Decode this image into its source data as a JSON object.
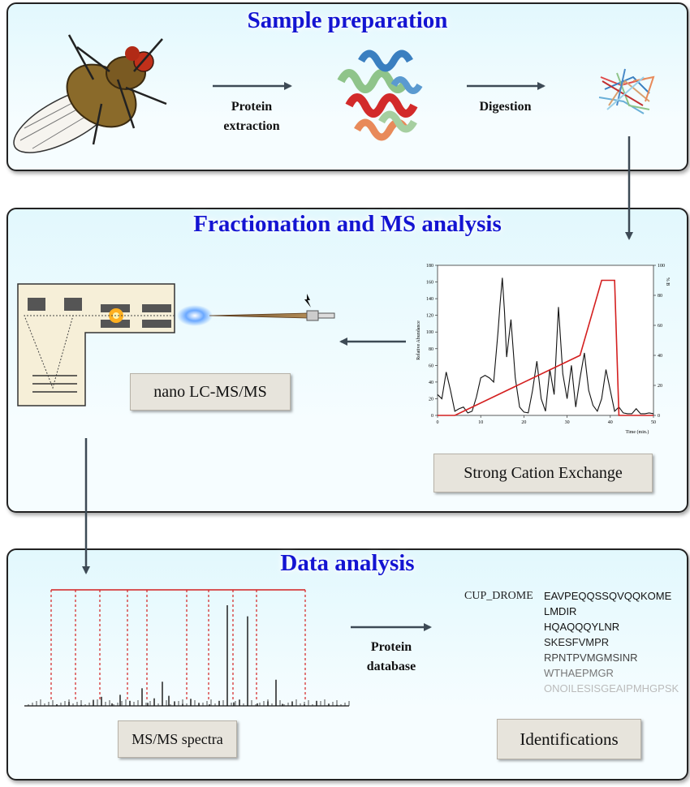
{
  "sections": {
    "sample_prep": {
      "title": "Sample preparation",
      "step1": [
        "Protein",
        "extraction"
      ],
      "step2": "Digestion"
    },
    "fractionation": {
      "title": "Fractionation and MS analysis",
      "lc_label": "nano LC-MS/MS",
      "scx_label": "Strong Cation Exchange"
    },
    "data_analysis": {
      "title": "Data analysis",
      "db_label": [
        "Protein",
        "database"
      ],
      "spectra_label": "MS/MS spectra",
      "ident_label": "Identifications"
    }
  },
  "identifications": {
    "protein": "CUP_DROME",
    "peptides": [
      "EAVPEQQSSQVQQKOME",
      "LMDIR",
      "HQAQQQYLNR",
      "SKESFVMPR",
      "RPNTPVMGMSINR",
      "WTHAEPMGR",
      "ONOILESISGEAIPMHGPSK"
    ],
    "peptide_colors": [
      "#111111",
      "#111111",
      "#111111",
      "#222222",
      "#444444",
      "#777777",
      "#bbbbbb"
    ]
  },
  "chart_data": {
    "type": "line",
    "xlabel": "Time (min.)",
    "ylabel": "Relative Abundance",
    "y2label": "% B",
    "xlim": [
      0,
      50
    ],
    "ylim": [
      0,
      180
    ],
    "y2lim": [
      0,
      100
    ],
    "xticks": [
      0,
      10,
      20,
      30,
      40,
      50
    ],
    "yticks": [
      0,
      20,
      40,
      60,
      80,
      100,
      120,
      140,
      160,
      180
    ],
    "y2ticks": [
      0,
      20,
      40,
      60,
      80,
      100
    ],
    "series": [
      {
        "axis": "left",
        "color": "#111111",
        "x": [
          0,
          1,
          2,
          3,
          4,
          5,
          6,
          7,
          8,
          9,
          10,
          11,
          12,
          13,
          14,
          14.5,
          15,
          15.5,
          16,
          17,
          18,
          19,
          20,
          21,
          22,
          23,
          24,
          25,
          26,
          27,
          28,
          29,
          30,
          31,
          32,
          33,
          34,
          35,
          36,
          37,
          38,
          39,
          40,
          41,
          42,
          43,
          44,
          45,
          46,
          47,
          48,
          49,
          50
        ],
        "y": [
          25,
          20,
          52,
          30,
          5,
          8,
          10,
          3,
          5,
          22,
          45,
          48,
          45,
          40,
          100,
          135,
          165,
          125,
          70,
          115,
          45,
          10,
          4,
          3,
          30,
          65,
          20,
          5,
          55,
          25,
          130,
          50,
          20,
          60,
          10,
          45,
          75,
          30,
          12,
          5,
          20,
          55,
          30,
          5,
          10,
          3,
          2,
          2,
          8,
          2,
          2,
          3,
          2
        ]
      },
      {
        "axis": "right",
        "color": "#d42020",
        "x": [
          0,
          4,
          33,
          38,
          41,
          42,
          50
        ],
        "y": [
          0,
          0,
          40,
          90,
          90,
          0,
          0
        ]
      }
    ]
  },
  "spectrum": {
    "peaks_x": [
      40,
      55,
      70,
      85,
      95,
      108,
      118,
      130,
      145,
      152,
      160,
      170,
      178,
      185,
      195,
      205,
      215,
      228,
      240,
      250,
      258,
      265,
      275,
      287,
      300,
      310,
      318,
      330,
      345,
      360,
      375,
      385
    ],
    "peaks_y": [
      3,
      8,
      2,
      12,
      18,
      5,
      22,
      10,
      35,
      6,
      15,
      48,
      20,
      9,
      4,
      14,
      6,
      3,
      10,
      200,
      7,
      12,
      178,
      5,
      9,
      52,
      4,
      8,
      3,
      10,
      4,
      2
    ],
    "ladder_x": [
      63,
      93,
      123,
      157,
      181,
      230,
      257,
      287,
      316,
      376
    ]
  }
}
